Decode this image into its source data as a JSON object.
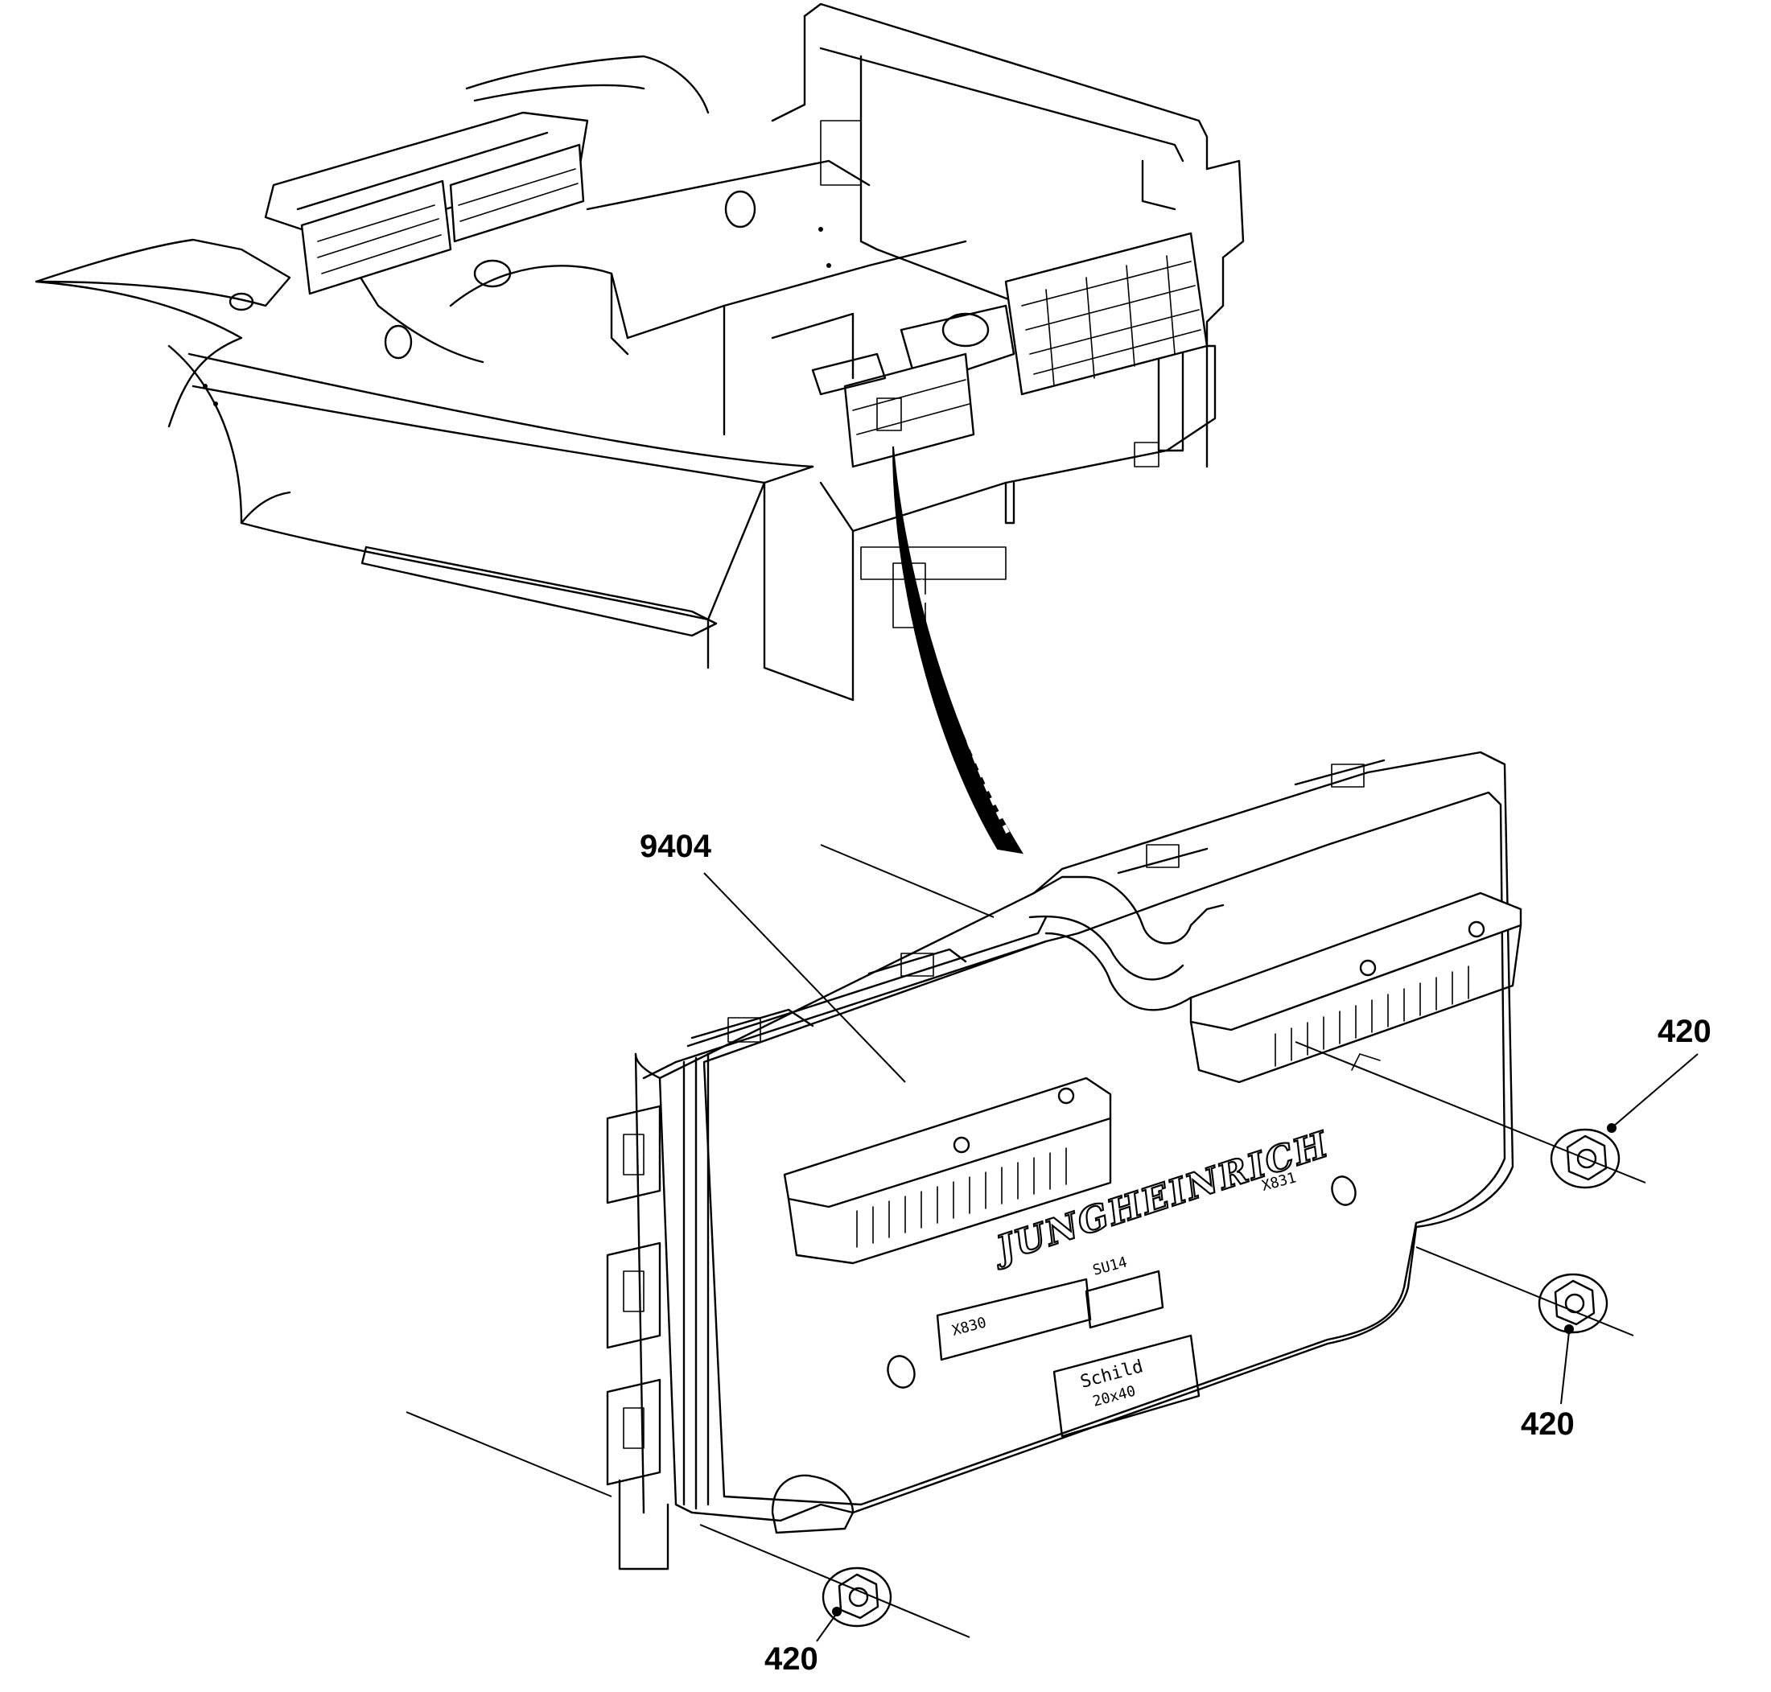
{
  "callouts": {
    "module": "9404",
    "nut_top_right": "420",
    "nut_mid_right": "420",
    "nut_bottom": "420"
  },
  "module_labels": {
    "brand": "JUNGHEINRICH",
    "connector_left": "X830",
    "connector_right": "X831",
    "center_code": "SU14",
    "plate_line1": "Schild",
    "plate_line2": "20x40"
  },
  "icons": {
    "transition_arrow": "curved-arrow-icon",
    "nut": "flange-nut-icon"
  }
}
